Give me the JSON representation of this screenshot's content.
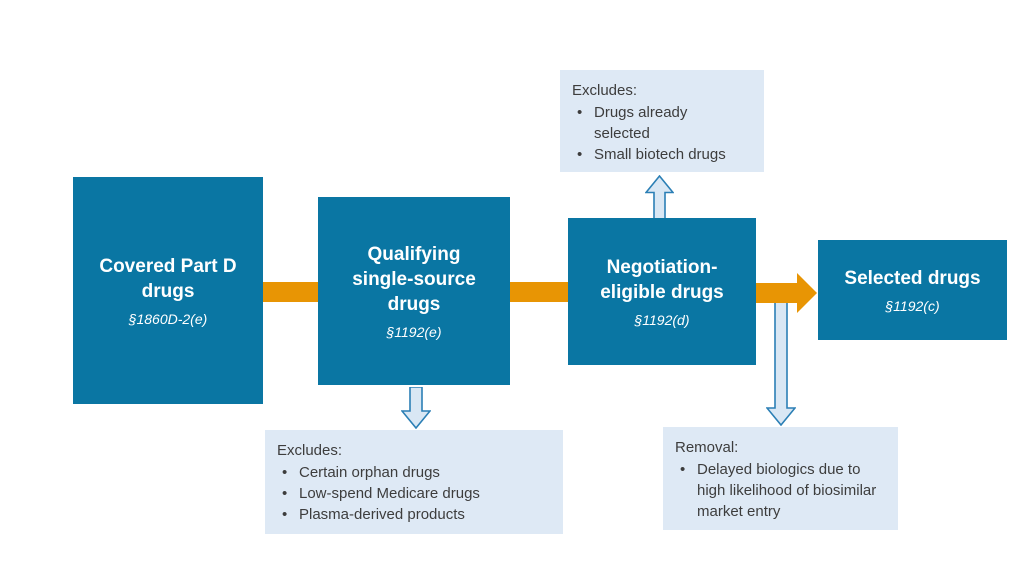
{
  "bullet_char": "•",
  "palette": {
    "stage_fill": "#0a76a3",
    "stage_text": "#ffffff",
    "connector_orange": "#e89504",
    "callout_bg": "#dee9f5",
    "callout_text": "#3d3d3d",
    "flow_arrow_outline": "#2b7fb5",
    "flow_arrow_fill": "#d9e7f4"
  },
  "stages": [
    {
      "title": "Covered Part D\ndrugs",
      "ref": "§1860D-2(e)"
    },
    {
      "title": "Qualifying\nsingle-source\ndrugs",
      "ref": "§1192(e)"
    },
    {
      "title": "Negotiation-\neligible drugs",
      "ref": "§1192(d)"
    },
    {
      "title": "Selected drugs",
      "ref": "§1192(c)"
    }
  ],
  "callouts": {
    "top": {
      "heading": "Excludes:",
      "items": [
        "Drugs already selected",
        "Small biotech drugs"
      ]
    },
    "qualifying": {
      "heading": "Excludes:",
      "items": [
        "Certain orphan drugs",
        "Low-spend Medicare drugs",
        "Plasma-derived products"
      ]
    },
    "removal": {
      "heading": "Removal:",
      "items": [
        "Delayed biologics due to high likelihood of biosimilar market entry"
      ]
    }
  }
}
